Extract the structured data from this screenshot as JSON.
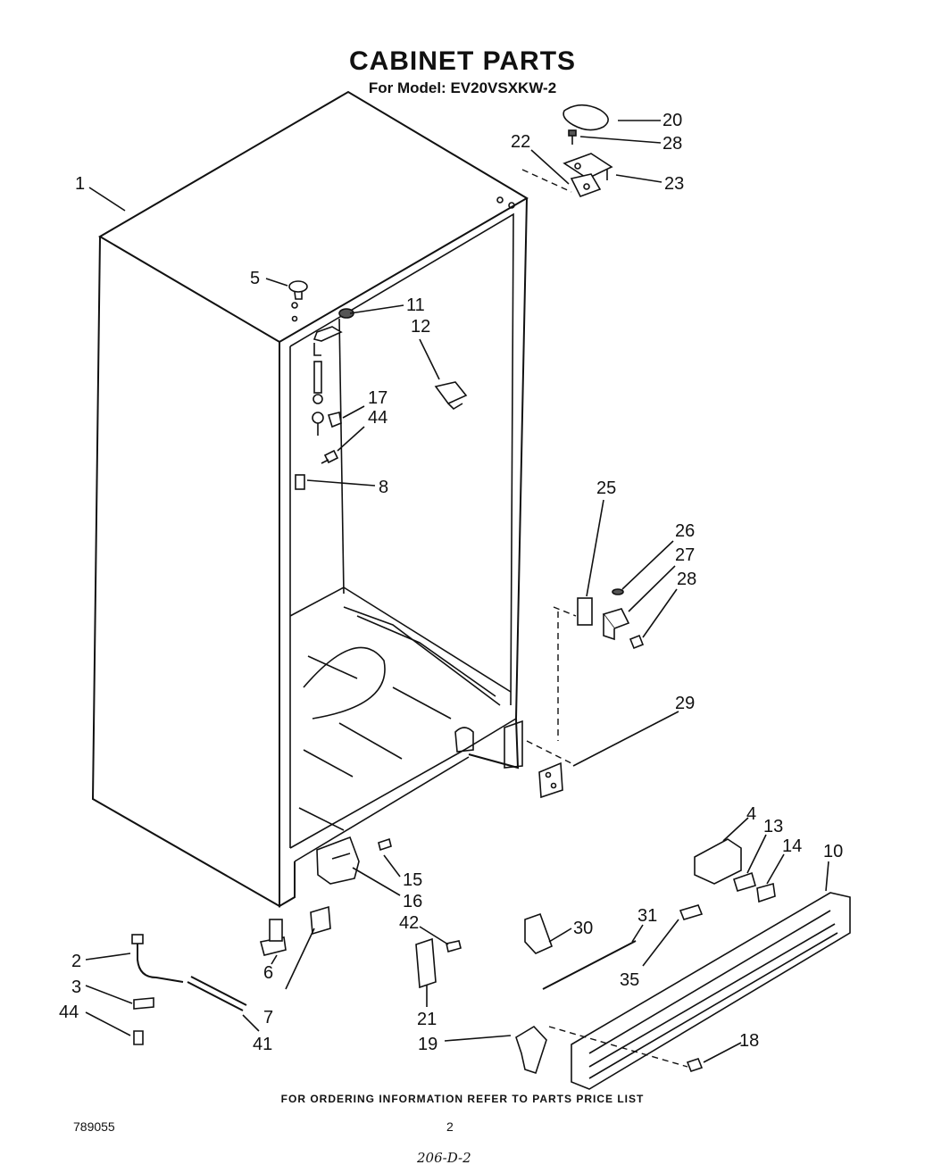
{
  "title": "CABINET PARTS",
  "subtitle": "For Model: EV20VSXKW-2",
  "footer": "FOR ORDERING INFORMATION REFER TO PARTS PRICE LIST",
  "doc_number": "789055",
  "page_number": "2",
  "handwritten_note": "206-D-2",
  "callouts": {
    "p1": "1",
    "p2": "2",
    "p3": "3",
    "p4": "4",
    "p5": "5",
    "p6": "6",
    "p7": "7",
    "p8": "8",
    "p10": "10",
    "p11": "11",
    "p12": "12",
    "p13": "13",
    "p14": "14",
    "p15": "15",
    "p16": "16",
    "p17": "17",
    "p18": "18",
    "p19": "19",
    "p20": "20",
    "p21": "21",
    "p22": "22",
    "p23": "23",
    "p25": "25",
    "p26": "26",
    "p27": "27",
    "p28a": "28",
    "p28b": "28",
    "p29": "29",
    "p30": "30",
    "p31": "31",
    "p35": "35",
    "p41": "41",
    "p42": "42",
    "p44a": "44",
    "p44b": "44"
  }
}
